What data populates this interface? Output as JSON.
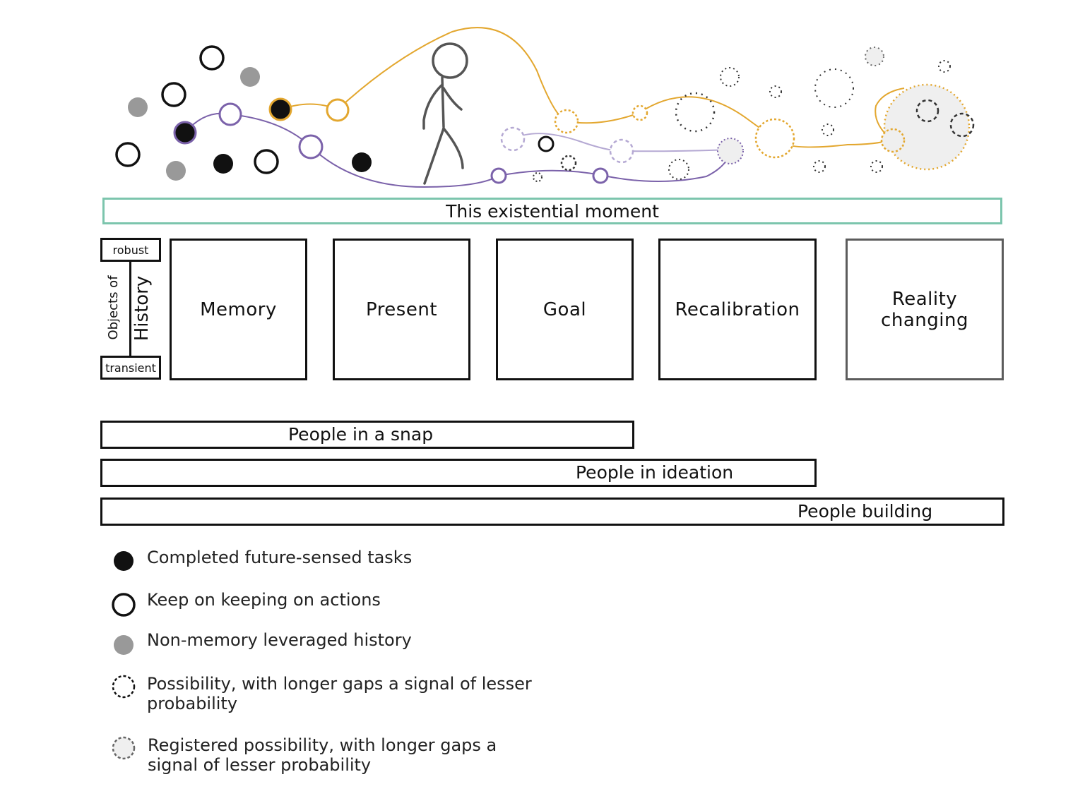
{
  "moment_label": "This existential moment",
  "history": {
    "vertical_label": "Objects of",
    "vertical_title": "History",
    "top_label": "robust",
    "bottom_label": "transient"
  },
  "stages": [
    {
      "label": "Memory"
    },
    {
      "label": "Present"
    },
    {
      "label": "Goal"
    },
    {
      "label": "Recalibration"
    },
    {
      "label_line1": "Reality",
      "label_line2": "changing"
    }
  ],
  "people_bars": [
    {
      "label": "People in a snap"
    },
    {
      "label": "People in ideation"
    },
    {
      "label": "People building"
    }
  ],
  "legend": [
    {
      "icon": "filled-black-circle-icon",
      "text": "Completed future-sensed tasks"
    },
    {
      "icon": "open-black-circle-icon",
      "text": "Keep on keeping on actions"
    },
    {
      "icon": "filled-grey-circle-icon",
      "text": "Non-memory leveraged history"
    },
    {
      "icon": "dotted-circle-icon",
      "text": "Possibility, with longer gaps a signal of lesser probability"
    },
    {
      "icon": "registered-dotted-circle-icon",
      "text": "Registered possibility, with longer gaps a signal of lesser probability"
    }
  ],
  "colors": {
    "moment_border": "#7cc5ad",
    "gold_path": "#e3a72f",
    "purple_path": "#7b62aa",
    "light_purple_path": "#b5a9d3",
    "grey_fill": "#999999",
    "registered_fill": "#efefef",
    "figure": "#555555",
    "reality_border": "#5c5c5c"
  }
}
